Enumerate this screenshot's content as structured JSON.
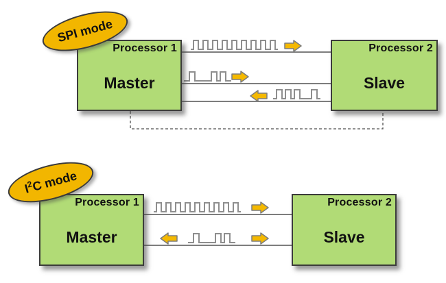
{
  "spi": {
    "badge_label": "SPI mode",
    "master": {
      "title": "Processor 1",
      "role": "Master"
    },
    "slave": {
      "title": "Processor 2",
      "role": "Slave"
    },
    "signals": [
      {
        "name": "clock",
        "waveform": "clock-burst",
        "direction": "right",
        "arrow": "arrow-right-icon"
      },
      {
        "name": "master-to-slave-data",
        "waveform": "data-pulses",
        "direction": "right",
        "arrow": "arrow-right-icon"
      },
      {
        "name": "slave-to-master-data",
        "waveform": "data-pulses",
        "direction": "left",
        "arrow": "arrow-left-icon"
      }
    ],
    "dashed_link": true
  },
  "i2c": {
    "badge_prefix": "I",
    "badge_sup": "2",
    "badge_suffix": "C mode",
    "master": {
      "title": "Processor 1",
      "role": "Master"
    },
    "slave": {
      "title": "Processor 2",
      "role": "Slave"
    },
    "signals": [
      {
        "name": "clock",
        "waveform": "clock-burst",
        "direction": "right",
        "arrow": "arrow-right-icon"
      },
      {
        "name": "bidirectional-data",
        "waveform": "data-pulses",
        "direction": "both",
        "arrows": [
          "arrow-left-icon",
          "arrow-right-icon"
        ]
      }
    ],
    "dashed_link": false
  },
  "colors": {
    "box_fill": "#b1db76",
    "box_border": "#3b3b3b",
    "badge_fill": "#f2b600",
    "arrow_fill": "#f5b900",
    "wire": "#7d7d7d",
    "background": "#ffffff"
  }
}
